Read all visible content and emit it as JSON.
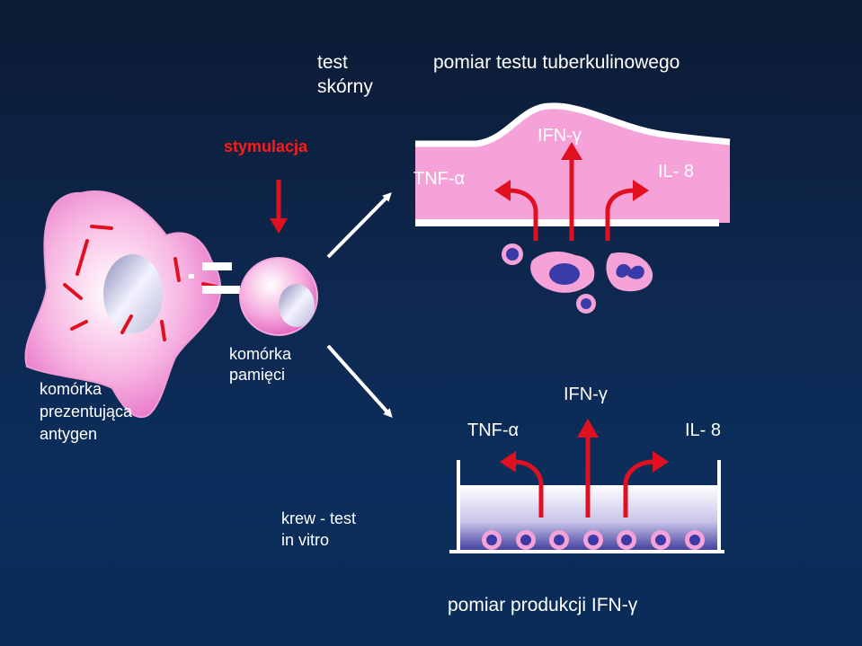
{
  "labels": {
    "skin_test": [
      "test",
      "skórny"
    ],
    "tuberculin_measure": "pomiar testu tuberkulinowego",
    "stimulation": "stymulacja",
    "ifn_top": "IFN-γ",
    "tnf_top": "TNF-α",
    "il8_top": "IL- 8",
    "apc": [
      "komórka",
      "prezentująca",
      "antygen"
    ],
    "memory_cell": [
      "komórka",
      "pamięci"
    ],
    "ifn_bottom": "IFN-γ",
    "tnf_bottom": "TNF-α",
    "il8_bottom": "IL- 8",
    "blood_test": [
      "krew -  test",
      "in vitro"
    ],
    "ifn_production": "pomiar produkcji IFN-γ"
  },
  "colors": {
    "background": "#0b2a55",
    "cell_pink": "#f4a0d8",
    "nucleus_blue": "#3a3aa8",
    "arrow_red": "#e01020",
    "text_red": "#ff1a1a",
    "text_white": "#ffffff"
  }
}
